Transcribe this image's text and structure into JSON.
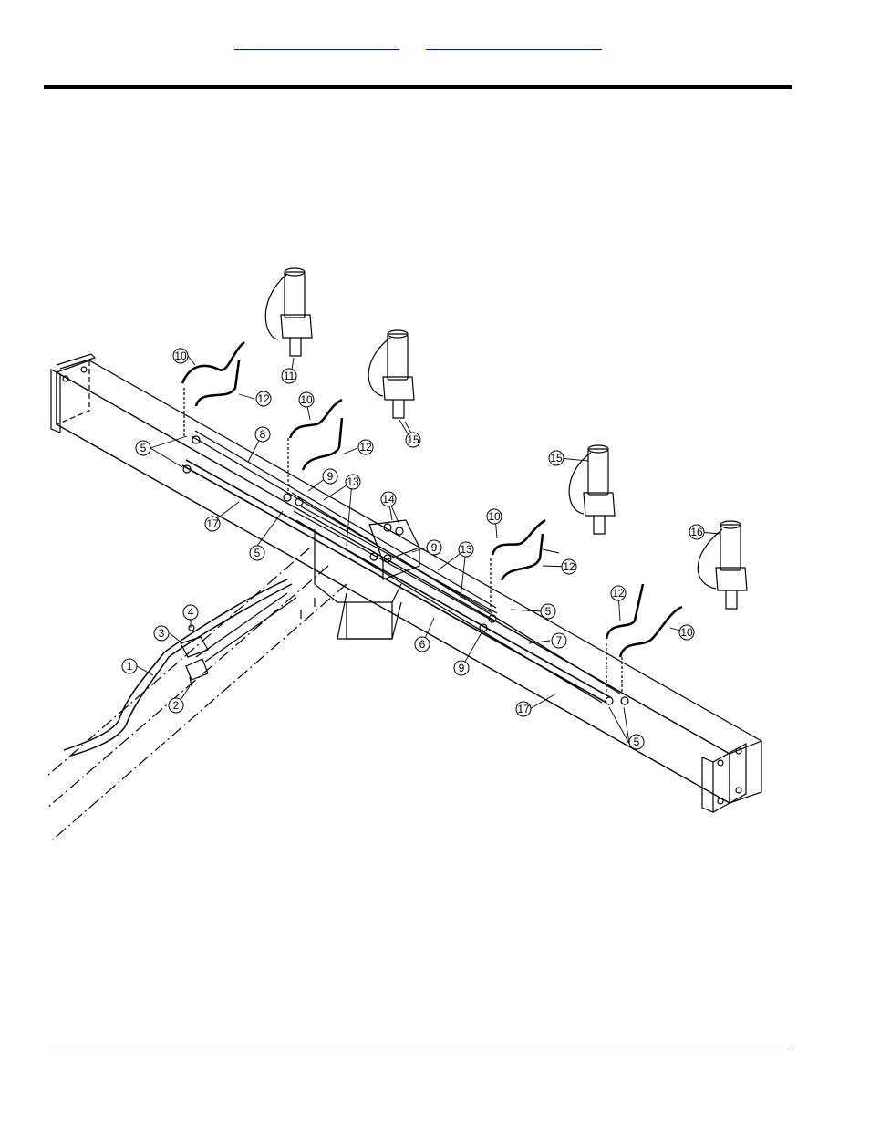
{
  "header": {
    "links": [
      {
        "label": ""
      },
      {
        "label": ""
      }
    ]
  },
  "diagram": {
    "callouts": [
      "1",
      "2",
      "3",
      "4",
      "5",
      "6",
      "7",
      "8",
      "9",
      "10",
      "11",
      "12",
      "13",
      "14",
      "15",
      "16",
      "17"
    ]
  }
}
